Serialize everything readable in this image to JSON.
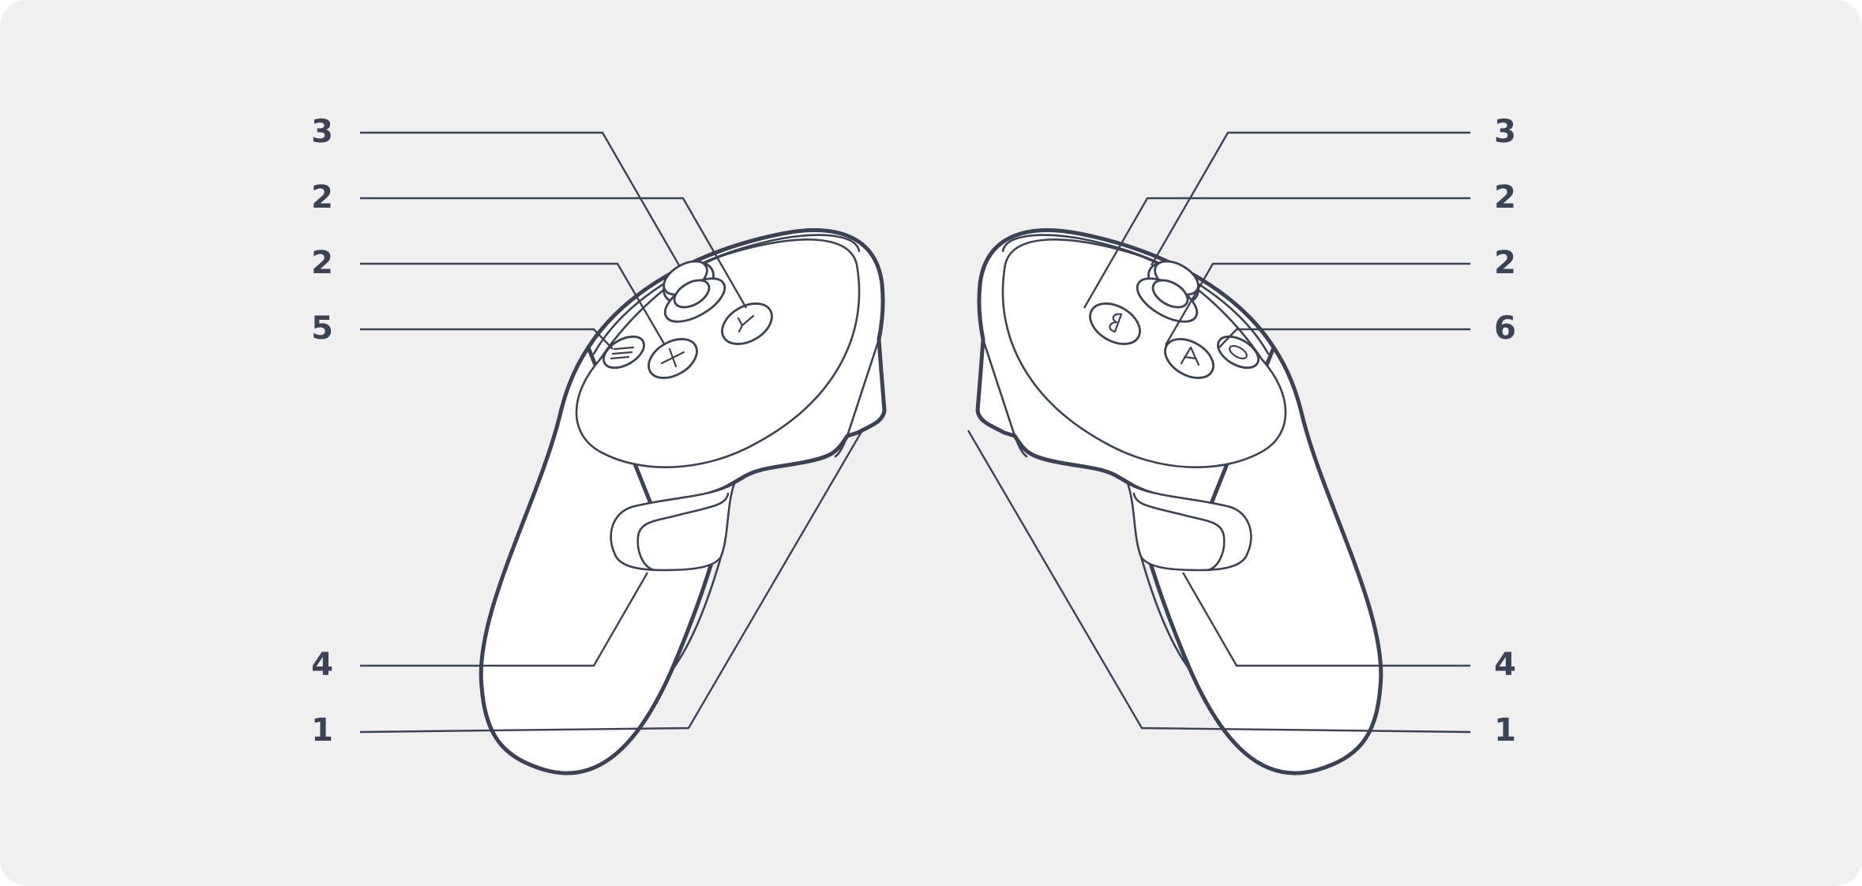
{
  "colors": {
    "background": "#f0f0f0",
    "line": "#3b4253",
    "body_fill": "#ffffff"
  },
  "callouts_left": [
    {
      "label": "3"
    },
    {
      "label": "2"
    },
    {
      "label": "2"
    },
    {
      "label": "5"
    },
    {
      "label": "4"
    },
    {
      "label": "1"
    }
  ],
  "callouts_right": [
    {
      "label": "3"
    },
    {
      "label": "2"
    },
    {
      "label": "2"
    },
    {
      "label": "6"
    },
    {
      "label": "4"
    },
    {
      "label": "1"
    }
  ],
  "button_glyphs": {
    "left_upper": "Y",
    "left_lower": "X",
    "left_menu": "≡",
    "right_upper": "B",
    "right_lower": "A",
    "right_system": "oculus"
  }
}
